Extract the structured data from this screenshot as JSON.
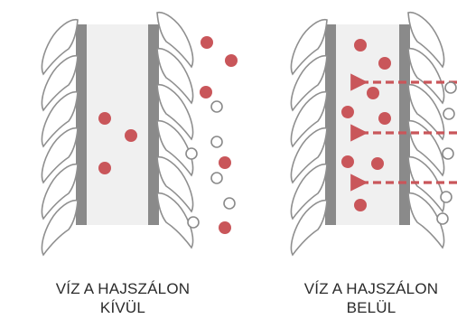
{
  "colors": {
    "cortex": "#f0f0f0",
    "outline": "#7a7a7a",
    "cuticle_fill": "#ffffff",
    "cuticle_stroke": "#8f8f8f",
    "water_dot": "#c9565a",
    "empty_dot_stroke": "#8a8a8a",
    "arrow": "#c9565a",
    "text": "#2b2b2b"
  },
  "panels": [
    {
      "id": "outside",
      "caption_line1": "VÍZ A HAJSZÁLON",
      "caption_line2": "KÍVÜL"
    },
    {
      "id": "inside",
      "caption_line1": "VÍZ A HAJSZÁLON",
      "caption_line2": "BELÜL"
    }
  ],
  "icons": {
    "water_molecule": "filled-dot-icon",
    "empty_space": "hollow-circle-icon",
    "flow": "dashed-arrow-icon"
  }
}
